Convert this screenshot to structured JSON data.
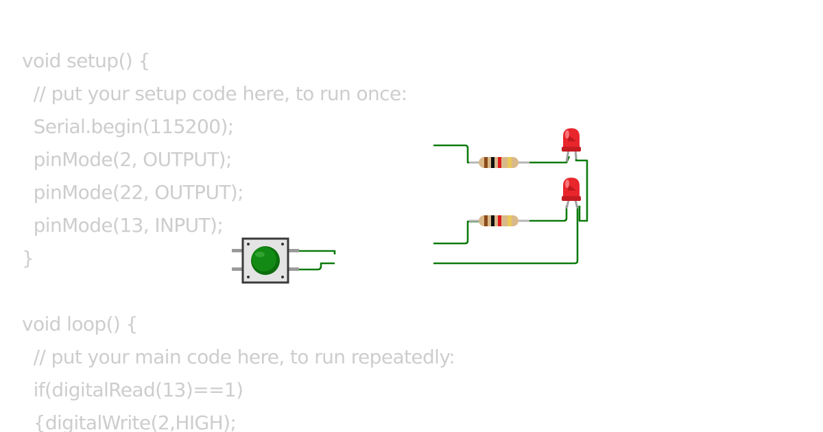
{
  "code": {
    "lines": [
      "void setup() {",
      "  // put your setup code here, to run once:",
      "  Serial.begin(115200);",
      "  pinMode(2, OUTPUT);",
      "  pinMode(22, OUTPUT);",
      "  pinMode(13, INPUT);",
      "}",
      "",
      "void loop() {",
      "  // put your main code here, to run repeatedly:",
      "  if(digitalRead(13)==1)",
      "  {digitalWrite(2,HIGH);"
    ]
  },
  "colors": {
    "code_text": "#cdcdcd",
    "wire": "#0b7a0b",
    "led_red": "#e8262c",
    "button_cap": "#138a13",
    "resistor_body": "#d9b98a"
  },
  "circuit": {
    "parts": [
      "pushbutton",
      "resistor",
      "resistor",
      "led-red",
      "led-red"
    ]
  }
}
